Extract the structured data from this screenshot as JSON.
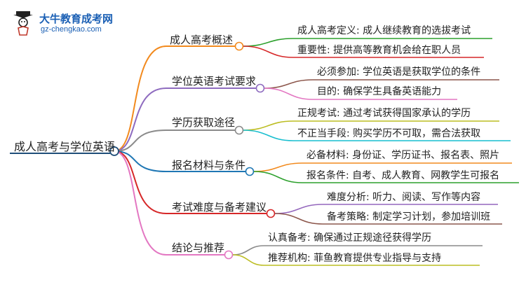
{
  "logo": {
    "title": "大牛教育成考网",
    "url": "gz-chengkao.com",
    "icon": "scholar-mascot-icon"
  },
  "root": {
    "label": "成人高考与学位英语",
    "color": "#1f4e79"
  },
  "branches": [
    {
      "label": "成人高考概述",
      "color": "#f28a1e",
      "children": [
        {
          "label": "成人高考定义: 成人继续教育的选拔考试",
          "color": "#2ca02c"
        },
        {
          "label": "重要性: 提供高等教育机会给在职人员",
          "color": "#d62728"
        }
      ]
    },
    {
      "label": "学位英语考试要求",
      "color": "#8e6bbf",
      "children": [
        {
          "label": "必须参加: 学位英语是获取学位的条件",
          "color": "#8c564b"
        },
        {
          "label": "目的: 确保学生具备英语能力",
          "color": "#e377c2"
        }
      ]
    },
    {
      "label": "学历获取途径",
      "color": "#8a8a8a",
      "children": [
        {
          "label": "正规考试: 通过考试获得国家承认的学历",
          "color": "#bcbd22"
        },
        {
          "label": "不正当手段: 购买学历不可取，需合法获取",
          "color": "#17becf"
        }
      ]
    },
    {
      "label": "报名材料与条件",
      "color": "#1f77b4",
      "children": [
        {
          "label": "必备材料: 身份证、学历证书、报名表、照片",
          "color": "#f28a1e"
        },
        {
          "label": "报名条件: 自考、成人教育、网教学生可报名",
          "color": "#2ca02c"
        }
      ]
    },
    {
      "label": "考试难度与备考建议",
      "color": "#d62728",
      "children": [
        {
          "label": "难度分析: 听力、阅读、写作等内容",
          "color": "#9467bd"
        },
        {
          "label": "备考策略: 制定学习计划，参加培训班",
          "color": "#8c564b"
        }
      ]
    },
    {
      "label": "结论与推荐",
      "color": "#e377c2",
      "children": [
        {
          "label": "认真备考: 确保通过正规途径获得学历",
          "color": "#8a8a8a"
        },
        {
          "label": "推荐机构: 菲鱼教育提供专业指导与支持",
          "color": "#bcbd22"
        }
      ]
    }
  ]
}
